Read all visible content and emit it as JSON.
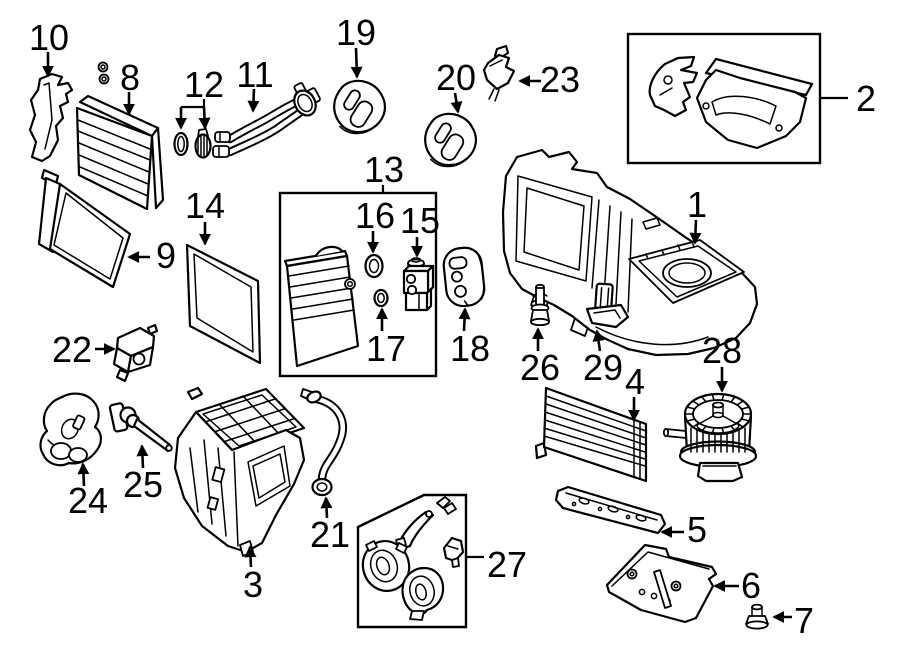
{
  "figure": {
    "kind": "exploded-parts-diagram",
    "background_color": "#ffffff",
    "line_color": "#000000"
  },
  "callouts": {
    "c1": {
      "label": "1"
    },
    "c2": {
      "label": "2"
    },
    "c3": {
      "label": "3"
    },
    "c4": {
      "label": "4"
    },
    "c5": {
      "label": "5"
    },
    "c6": {
      "label": "6"
    },
    "c7": {
      "label": "7"
    },
    "c8": {
      "label": "8"
    },
    "c9": {
      "label": "9"
    },
    "c10": {
      "label": "10"
    },
    "c11": {
      "label": "11"
    },
    "c12": {
      "label": "12"
    },
    "c13": {
      "label": "13"
    },
    "c14": {
      "label": "14"
    },
    "c15": {
      "label": "15"
    },
    "c16": {
      "label": "16"
    },
    "c17": {
      "label": "17"
    },
    "c18": {
      "label": "18"
    },
    "c19": {
      "label": "19"
    },
    "c20": {
      "label": "20"
    },
    "c21": {
      "label": "21"
    },
    "c22": {
      "label": "22"
    },
    "c23": {
      "label": "23"
    },
    "c24": {
      "label": "24"
    },
    "c25": {
      "label": "25"
    },
    "c26": {
      "label": "26"
    },
    "c27": {
      "label": "27"
    },
    "c28": {
      "label": "28"
    },
    "c29": {
      "label": "29"
    }
  }
}
